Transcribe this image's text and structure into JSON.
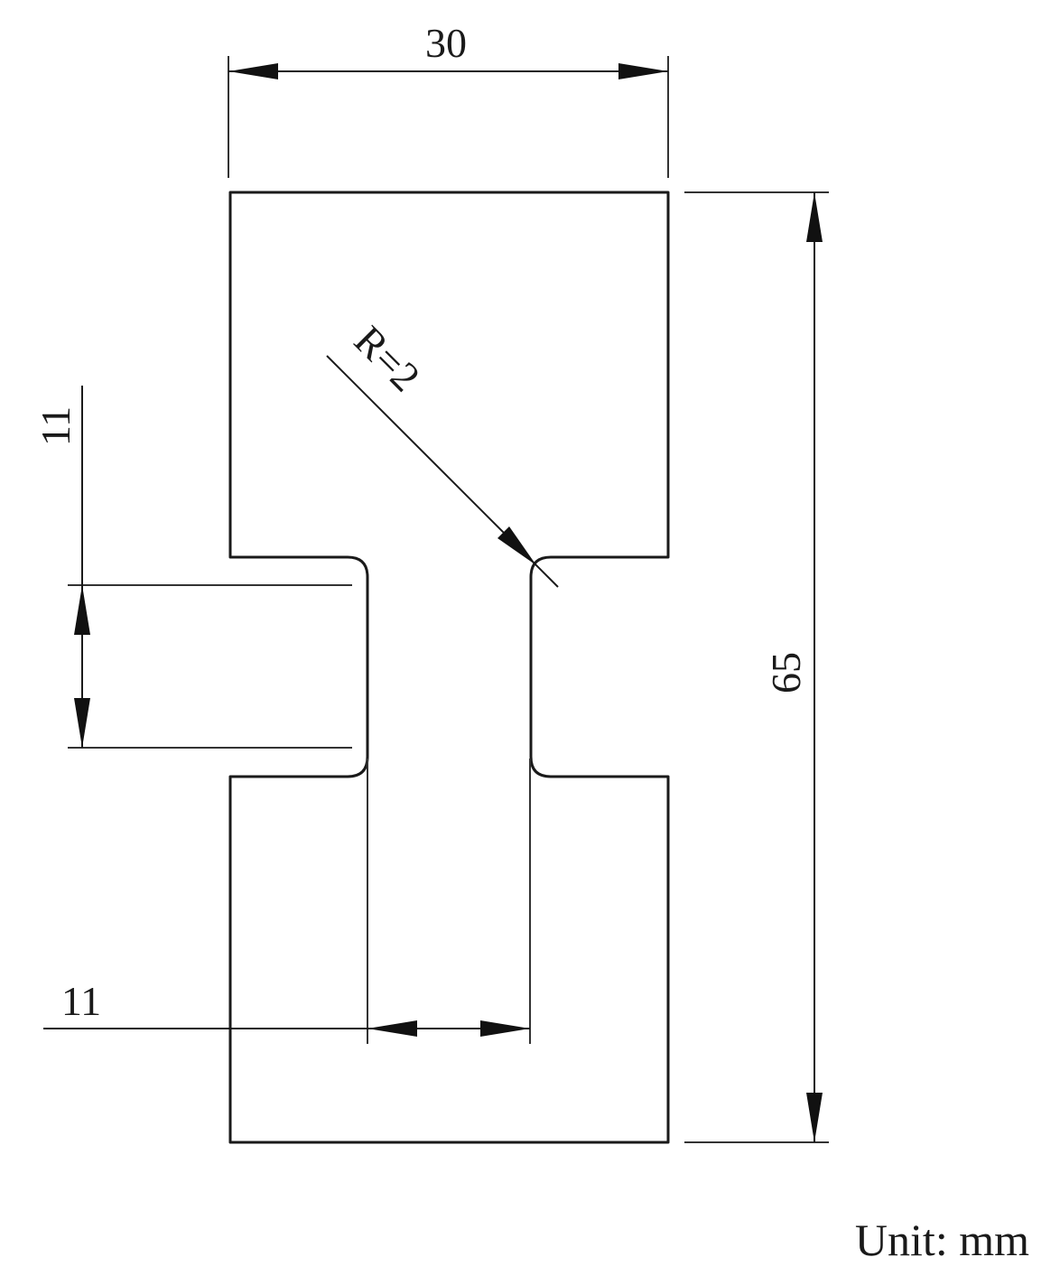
{
  "dimensions": {
    "width_label": "30",
    "height_label": "65",
    "notch_height_label": "11",
    "neck_width_label": "11",
    "radius_label": "R=2"
  },
  "unit_label": "Unit: mm"
}
